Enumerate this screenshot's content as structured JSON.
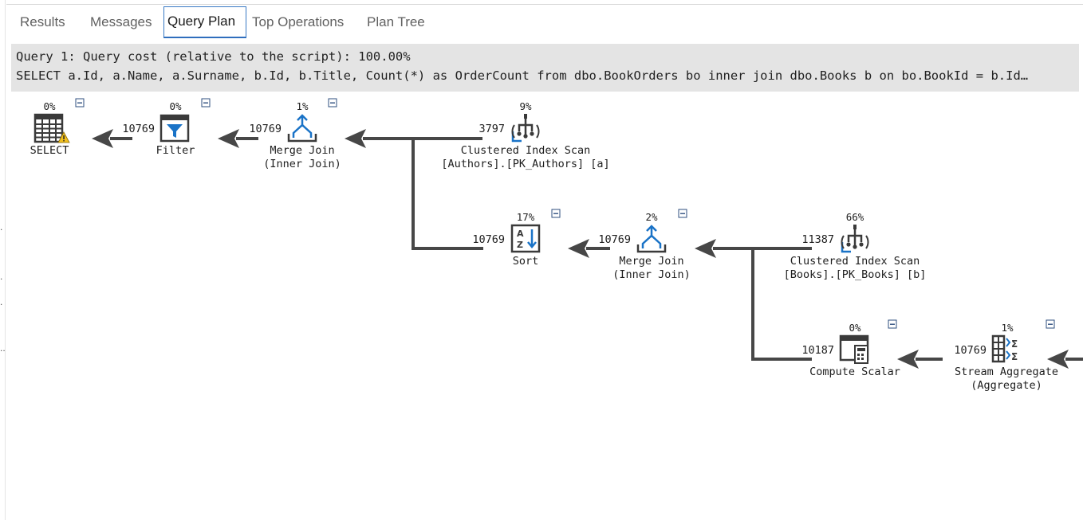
{
  "tabs": [
    {
      "label": "Results"
    },
    {
      "label": "Messages"
    },
    {
      "label": "Query Plan"
    },
    {
      "label": "Top Operations"
    },
    {
      "label": "Plan Tree"
    }
  ],
  "active_tab": "Query Plan",
  "query": {
    "cost_line": "Query 1: Query cost (relative to the script): 100.00%",
    "sql_line": "SELECT a.Id, a.Name, a.Surname, b.Id, b.Title, Count(*) as OrderCount from dbo.BookOrders bo inner join dbo.Books b on bo.BookId = b.Id…"
  },
  "nodes": {
    "select": {
      "cost": "0%",
      "label1": "SELECT",
      "label2": "",
      "icon": "select-icon",
      "warning": true
    },
    "filter": {
      "cost": "0%",
      "label1": "Filter",
      "label2": "",
      "icon": "filter-icon"
    },
    "merge_join_1": {
      "cost": "1%",
      "label1": "Merge Join",
      "label2": "(Inner Join)",
      "icon": "merge-join-icon"
    },
    "ci_scan_authors": {
      "cost": "9%",
      "label1": "Clustered Index Scan",
      "label2": "[Authors].[PK_Authors] [a]",
      "icon": "clustered-index-scan-icon"
    },
    "sort": {
      "cost": "17%",
      "label1": "Sort",
      "label2": "",
      "icon": "sort-icon"
    },
    "merge_join_2": {
      "cost": "2%",
      "label1": "Merge Join",
      "label2": "(Inner Join)",
      "icon": "merge-join-icon"
    },
    "ci_scan_books": {
      "cost": "66%",
      "label1": "Clustered Index Scan",
      "label2": "[Books].[PK_Books] [b]",
      "icon": "clustered-index-scan-icon"
    },
    "compute_scalar": {
      "cost": "0%",
      "label1": "Compute Scalar",
      "label2": "",
      "icon": "compute-scalar-icon"
    },
    "stream_aggregate": {
      "cost": "1%",
      "label1": "Stream Aggregate",
      "label2": "(Aggregate)",
      "icon": "stream-aggregate-icon"
    }
  },
  "rows": {
    "filter_to_select": "10769",
    "merge1_to_filter": "10769",
    "authors_to_merge1": "3797",
    "sort_to_merge1": "10769",
    "merge2_to_sort": "10769",
    "books_to_merge2": "11387",
    "compute_to_merge2": "10187",
    "aggregate_to_compute": "10769"
  },
  "colors": {
    "accent": "#2f6ebd",
    "icon_dark": "#3a3a3a",
    "icon_blue": "#1a73c7",
    "header_bg": "#e4e4e4",
    "arrow": "#474747",
    "warning": "#f2c01e"
  }
}
